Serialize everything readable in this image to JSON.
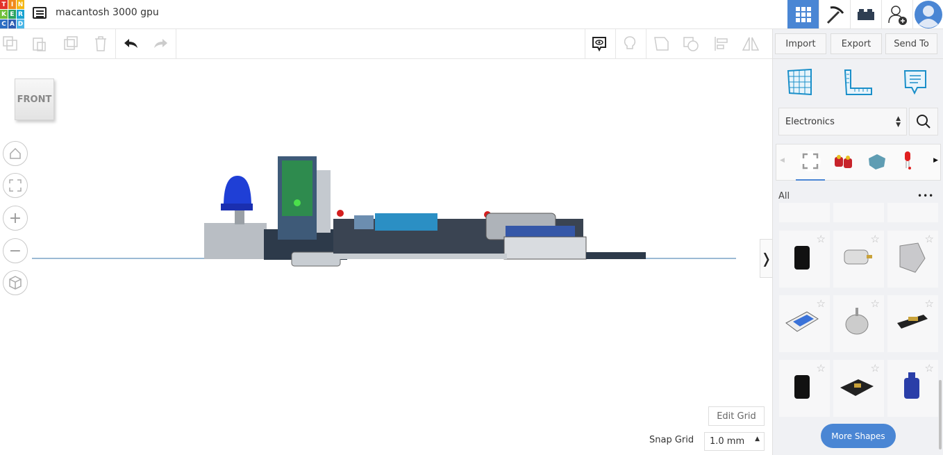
{
  "header": {
    "logo_letters": [
      "T",
      "I",
      "N",
      "K",
      "E",
      "R",
      "C",
      "A",
      "D"
    ],
    "title": "macantosh 3000 gpu"
  },
  "toolbar": {
    "tools": [
      "copy",
      "paste",
      "duplicate",
      "delete",
      "undo",
      "redo"
    ],
    "right_tools": [
      "notes-toggle",
      "light",
      "shape-group",
      "ungroup",
      "align",
      "mirror"
    ]
  },
  "actions": {
    "import": "Import",
    "export": "Export",
    "send_to": "Send To"
  },
  "viewcube": {
    "label": "FRONT"
  },
  "panel": {
    "category": "Electronics",
    "filter_label": "All",
    "more": "•••",
    "more_shapes": "More Shapes"
  },
  "grid": {
    "edit_label": "Edit Grid",
    "snap_label": "Snap Grid",
    "snap_value": "1.0 mm"
  },
  "colors": {
    "accent": "#4a86d4",
    "logo": [
      "#e2322a",
      "#f08a1c",
      "#f4b714",
      "#6fbf3a",
      "#2aa35f",
      "#1aa3d0",
      "#2d6ec2",
      "#2c5db3",
      "#4ab5e6"
    ]
  }
}
